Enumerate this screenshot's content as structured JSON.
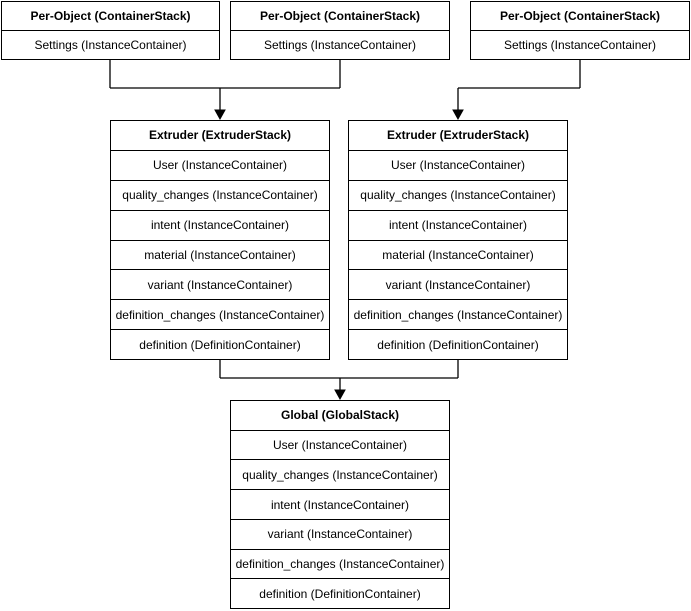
{
  "diagram": {
    "description": "Container stack architecture diagram",
    "colors": {
      "background": "#ffffff",
      "box_fill": "#ffffff",
      "box_border": "#000000",
      "text": "#000000",
      "connector": "#000000"
    },
    "boxes": [
      {
        "id": "per-object-1",
        "title": "Per-Object (ContainerStack)",
        "rows": [
          "Settings (InstanceContainer)"
        ]
      },
      {
        "id": "per-object-2",
        "title": "Per-Object (ContainerStack)",
        "rows": [
          "Settings (InstanceContainer)"
        ]
      },
      {
        "id": "per-object-3",
        "title": "Per-Object (ContainerStack)",
        "rows": [
          "Settings (InstanceContainer)"
        ]
      },
      {
        "id": "extruder-1",
        "title": "Extruder (ExtruderStack)",
        "rows": [
          "User (InstanceContainer)",
          "quality_changes (InstanceContainer)",
          "intent (InstanceContainer)",
          "material (InstanceContainer)",
          "variant (InstanceContainer)",
          "definition_changes (InstanceContainer)",
          "definition (DefinitionContainer)"
        ]
      },
      {
        "id": "extruder-2",
        "title": "Extruder (ExtruderStack)",
        "rows": [
          "User (InstanceContainer)",
          "quality_changes (InstanceContainer)",
          "intent (InstanceContainer)",
          "material (InstanceContainer)",
          "variant (InstanceContainer)",
          "definition_changes (InstanceContainer)",
          "definition (DefinitionContainer)"
        ]
      },
      {
        "id": "global",
        "title": "Global (GlobalStack)",
        "rows": [
          "User (InstanceContainer)",
          "quality_changes (InstanceContainer)",
          "intent (InstanceContainer)",
          "variant (InstanceContainer)",
          "definition_changes (InstanceContainer)",
          "definition (DefinitionContainer)"
        ]
      }
    ],
    "edges": [
      {
        "from": "per-object-1",
        "to": "extruder-1",
        "arrow": true
      },
      {
        "from": "per-object-2",
        "to": "extruder-1",
        "arrow": true
      },
      {
        "from": "per-object-3",
        "to": "extruder-2",
        "arrow": true
      },
      {
        "from": "extruder-1",
        "to": "global",
        "arrow": true
      },
      {
        "from": "extruder-2",
        "to": "global",
        "arrow": true
      }
    ]
  }
}
